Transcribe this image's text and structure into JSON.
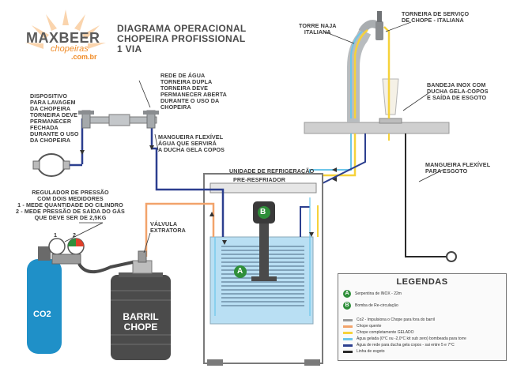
{
  "logo": {
    "main": "MAXBEER",
    "sub": "chopeiras",
    "url": ".com.br"
  },
  "title": {
    "line1": "DIAGRAMA OPERACIONAL",
    "line2": "CHOPEIRA PROFISSIONAL",
    "line3": "1 VIA"
  },
  "labels": {
    "rede_agua": [
      "REDE DE ÁGUA",
      "TORNEIRA DUPLA",
      "TORNEIRA DEVE",
      "PERMANECER ABERTA",
      "DURANTE O USO DA",
      "CHOPEIRA"
    ],
    "dispositivo": [
      "DISPOSITIVO",
      "PARA LAVAGEM",
      "DA CHOPEIRA",
      "TORNEIRA DEVE",
      "PERMANECER",
      "FECHADA",
      "DURANTE O USO",
      "DA CHOPEIRA"
    ],
    "mangueira_agua": [
      "MANGUEIRA FLEXÍVEL",
      "ÁGUA QUE SERVIRÁ",
      "A DUCHA GELA COPOS"
    ],
    "regulador": [
      "REGULADOR DE PRESSÃO",
      "COM DOIS MEDIDORES",
      "1 - MEDE QUANTIDADE DO CILINDRO",
      "2 - MEDE PRESSÃO DE SAÍDA DO GÁS",
      "QUE DEVE SER DE 2,5kg"
    ],
    "valvula": [
      "VÁLVULA",
      "EXTRATORA"
    ],
    "unidade": "UNIDADE DE REFRIGERAÇÃO",
    "pre_resfriador": "PRE-RESFRIADOR",
    "torre": [
      "TORRE NAJA",
      "ITALIANA"
    ],
    "torneira_servico": [
      "TORNEIRA DE SERVIÇO",
      "DE CHOPE - ITALIANA"
    ],
    "bandeja": [
      "BANDEJA INOX COM",
      "DUCHA GELA-COPOS",
      "E SAÍDA DE ESGOTO"
    ],
    "mangueira_esgoto": [
      "MANGUEIRA FLEXÍVEL",
      "PARA ESGOTO"
    ],
    "barril": [
      "BARRIL",
      "CHOPE"
    ],
    "co2": "CO2",
    "letter_a": "A",
    "letter_b": "B",
    "gauge_1": "1",
    "gauge_2": "2"
  },
  "legend": {
    "title": "LEGENDAS",
    "items": [
      {
        "badge": "A",
        "text": "Serpentina de INOX - 22m"
      },
      {
        "badge": "B",
        "text": "Bomba de Re-circulação"
      }
    ],
    "lines": [
      {
        "color": "#9a9a9a",
        "text": "Co2 - Impulsiona o Chope para fora do barril"
      },
      {
        "color": "#f2a36b",
        "text": "Chope quente"
      },
      {
        "color": "#f6d23a",
        "text": "Chope completamente GELADO"
      },
      {
        "color": "#6cc6ea",
        "text": "Água gelada (0°C ou -2,0°C kit sub zero) bombeada para torre"
      },
      {
        "color": "#2c3f8f",
        "text": "Água de rede para ducha gela copos - sai entre 5 e 7°C"
      },
      {
        "color": "#2a2a2a",
        "text": "Linha de esgoto"
      }
    ]
  },
  "colors": {
    "co2": "#9a9a9a",
    "hot_beer": "#f2a36b",
    "cold_beer": "#f6d23a",
    "ice_water": "#6cc6ea",
    "net_water": "#2c3f8f",
    "drain": "#2a2a2a",
    "tank_water": "#b9dff3",
    "steel": "#b8bcbf"
  }
}
